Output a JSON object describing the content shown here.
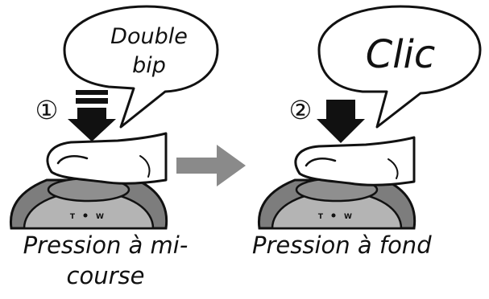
{
  "steps": [
    {
      "number": "①",
      "bubble_line1": "Double",
      "bubble_line2": "bip",
      "caption_line1": "Pression à mi-",
      "caption_line2": "course"
    },
    {
      "number": "②",
      "bubble": "Clic",
      "caption": "Pression à fond"
    }
  ],
  "icons": {
    "half_press": "half-press-arrow-icon",
    "full_press": "full-press-arrow-icon",
    "transition": "right-arrow-icon"
  },
  "colors": {
    "ink": "#111111",
    "transition_arrow": "#8a8a8a",
    "camera_body": "#7d7d7d",
    "dial": "#b4b4b4"
  },
  "dial_labels": [
    "T",
    "W"
  ]
}
